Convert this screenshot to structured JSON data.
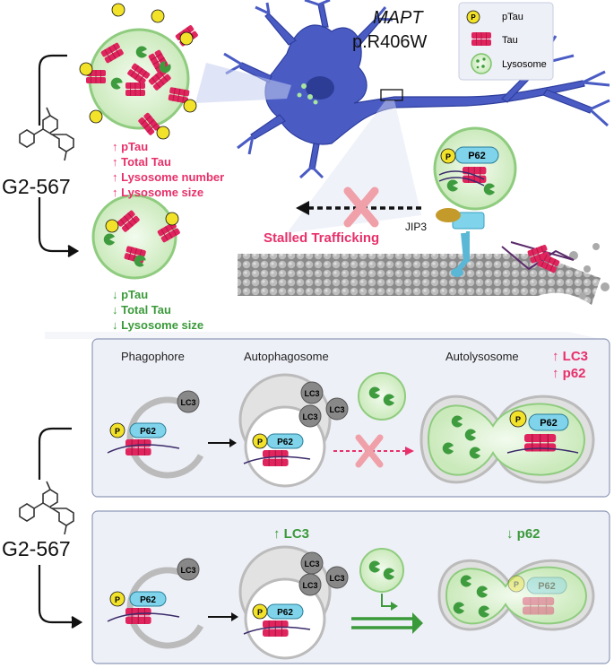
{
  "header": {
    "gene": "MAPT",
    "mutation": "p.R406W"
  },
  "legend": {
    "items": [
      {
        "glyph": "P",
        "label": "pTau"
      },
      {
        "label": "Tau"
      },
      {
        "label": "Lysosome"
      }
    ]
  },
  "drug": {
    "name_top": "G2-567",
    "name_bottom": "G2-567"
  },
  "top_effects": {
    "increase": [
      "↑ pTau",
      "↑ Total Tau",
      "↑ Lysosome number",
      "↑ Lysosome size"
    ],
    "decrease": [
      "↓ pTau",
      "↓ Total Tau",
      "↓ Lysosome size"
    ]
  },
  "trafficking": {
    "stalled_label": "Stalled Trafficking",
    "adaptor_label": "JIP3",
    "cargo_label": "P62",
    "p_glyph": "P"
  },
  "panel_untreated": {
    "stage1": "Phagophore",
    "stage2": "Autophagosome",
    "stage3": "Autolysosome",
    "marker_lc3": "↑ LC3",
    "marker_p62": "↑ p62",
    "lc3": "LC3",
    "p62": "P62",
    "p": "P"
  },
  "panel_treated": {
    "marker_lc3": "↑ LC3",
    "marker_p62": "↓ p62",
    "lc3": "LC3",
    "p62": "P62",
    "p": "P"
  },
  "colors": {
    "increase": "#e8306a",
    "decrease": "#3a9a3a",
    "neuron": "#4a5cc4",
    "tau": "#e0245e",
    "lysosome_fill": "#d8f0cf",
    "lysosome_edge": "#7cc46a",
    "p_badge": "#f2e22a",
    "p62": "#7fd3ea",
    "panel_bg": "#eef0f7",
    "panel_edge": "#8f9ab8"
  },
  "icons": [
    "phosphate-badge-icon",
    "tau-filament-icon",
    "lysosome-icon",
    "compound-structure-icon",
    "block-x-icon",
    "microtubule-icon"
  ]
}
